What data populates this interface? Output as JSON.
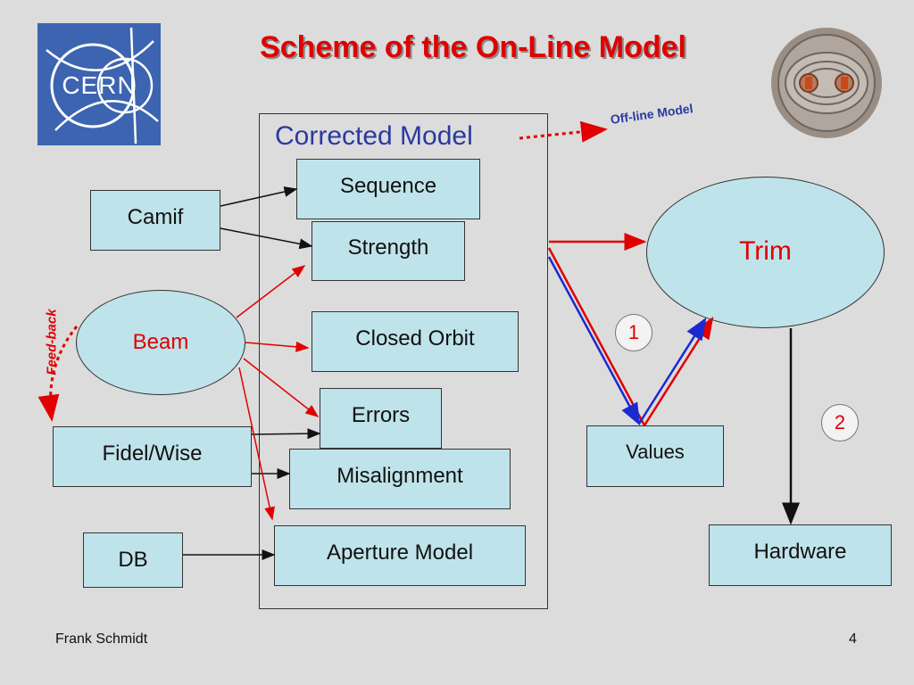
{
  "slide": {
    "title": "Scheme of the On-Line Model",
    "logo_text": "CERN",
    "author": "Frank Schmidt",
    "page_number": "4"
  },
  "model": {
    "title": "Corrected Model",
    "offline_label": "Off-line Model",
    "components": [
      "Sequence",
      "Strength",
      "Closed Orbit",
      "Errors",
      "Misalignment",
      "Aperture Model"
    ]
  },
  "inputs": {
    "camif": "Camif",
    "beam": "Beam",
    "fidel": "Fidel/Wise",
    "db": "DB",
    "feedback": "Feed-back"
  },
  "outputs": {
    "trim": "Trim",
    "values": "Values",
    "hardware": "Hardware",
    "step1": "1",
    "step2": "2"
  },
  "colors": {
    "title": "#e00000",
    "box_fill": "#bfe3ea",
    "model_title": "#2a3aa0",
    "arrow_red": "#e00000",
    "arrow_blue": "#1a2ad0"
  }
}
